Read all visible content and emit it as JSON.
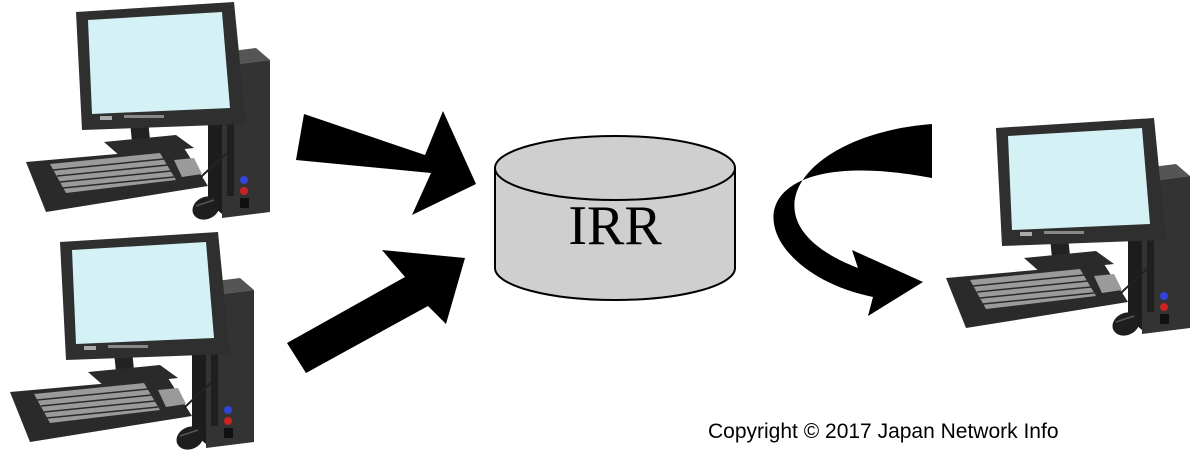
{
  "diagram": {
    "sources": [
      {
        "icon": "desktop-computer-icon"
      },
      {
        "icon": "desktop-computer-icon"
      }
    ],
    "database": {
      "icon": "database-cylinder-icon",
      "label": "IRR"
    },
    "destination": {
      "icon": "desktop-computer-icon"
    },
    "arrows": [
      {
        "from": "source-1",
        "to": "database"
      },
      {
        "from": "source-2",
        "to": "database"
      },
      {
        "from": "database",
        "to": "destination"
      }
    ]
  },
  "colors": {
    "monitor_bezel": "#2e2e2e",
    "screen": "#d4f2f5",
    "tower": "#333333",
    "cylinder": "#cfcfcf",
    "arrow": "#000000"
  },
  "footer": {
    "copyright": "Copyright © 2017 Japan Network Info"
  }
}
